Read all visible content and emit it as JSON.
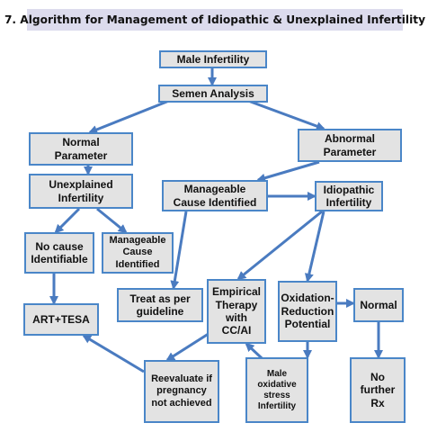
{
  "title": "7. Algorithm for Management of Idiopathic & Unexplained Infertility",
  "colors": {
    "box_fill": "#e3e3e3",
    "border": "#4a86c8",
    "arrow": "#4a7bc0",
    "title_bar": "#dcdbed"
  },
  "nodes": {
    "male_infertility": "Male Infertility",
    "semen_analysis": "Semen Analysis",
    "normal_parameter": "Normal\nParameter",
    "abnormal_parameter": "Abnormal\nParameter",
    "unexplained_infertility": "Unexplained\nInfertility",
    "manageable_cause_identified": "Manageable\nCause Identified",
    "idiopathic_infertility": "Idiopathic\nInfertility",
    "no_cause_identifiable": "No cause\nIdentifiable",
    "manageable_cause_small": "Manageable\nCause\nIdentified",
    "treat_as_per_guideline": "Treat as per\nguideline",
    "empirical_therapy": "Empirical\nTherapy\nwith\nCC/AI",
    "oxidation_reduction": "Oxidation-\nReduction\nPotential",
    "normal": "Normal",
    "art_tesa": "ART+TESA",
    "reevaluate": "Reevaluate if\npregnancy\nnot achieved",
    "male_oxidative_stress": "Male\noxidative\nstress\nInfertility",
    "no_further_rx": "No\nfurther\nRx"
  }
}
